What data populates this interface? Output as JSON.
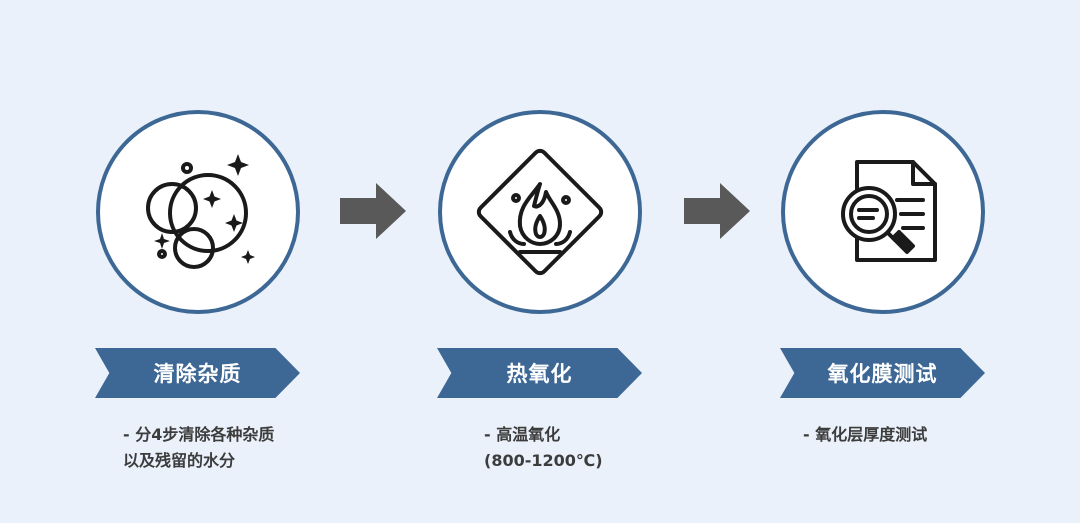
{
  "steps": [
    {
      "title": "清除杂质",
      "desc": [
        "- 分4步清除各种杂质",
        "以及残留的水分"
      ],
      "icon": "bubbles-sparkle-icon"
    },
    {
      "title": "热氧化",
      "desc": [
        "- 高温氧化",
        "(800-1200℃)"
      ],
      "icon": "fire-warning-icon"
    },
    {
      "title": "氧化膜测试",
      "desc": [
        "- 氧化层厚度测试"
      ],
      "icon": "document-search-icon"
    }
  ],
  "colors": {
    "accent": "#3d6795",
    "arrow": "#595959",
    "background": "#eaf1fa",
    "text": "#3c3c3c"
  },
  "arrow_icon": "arrow-right-icon"
}
